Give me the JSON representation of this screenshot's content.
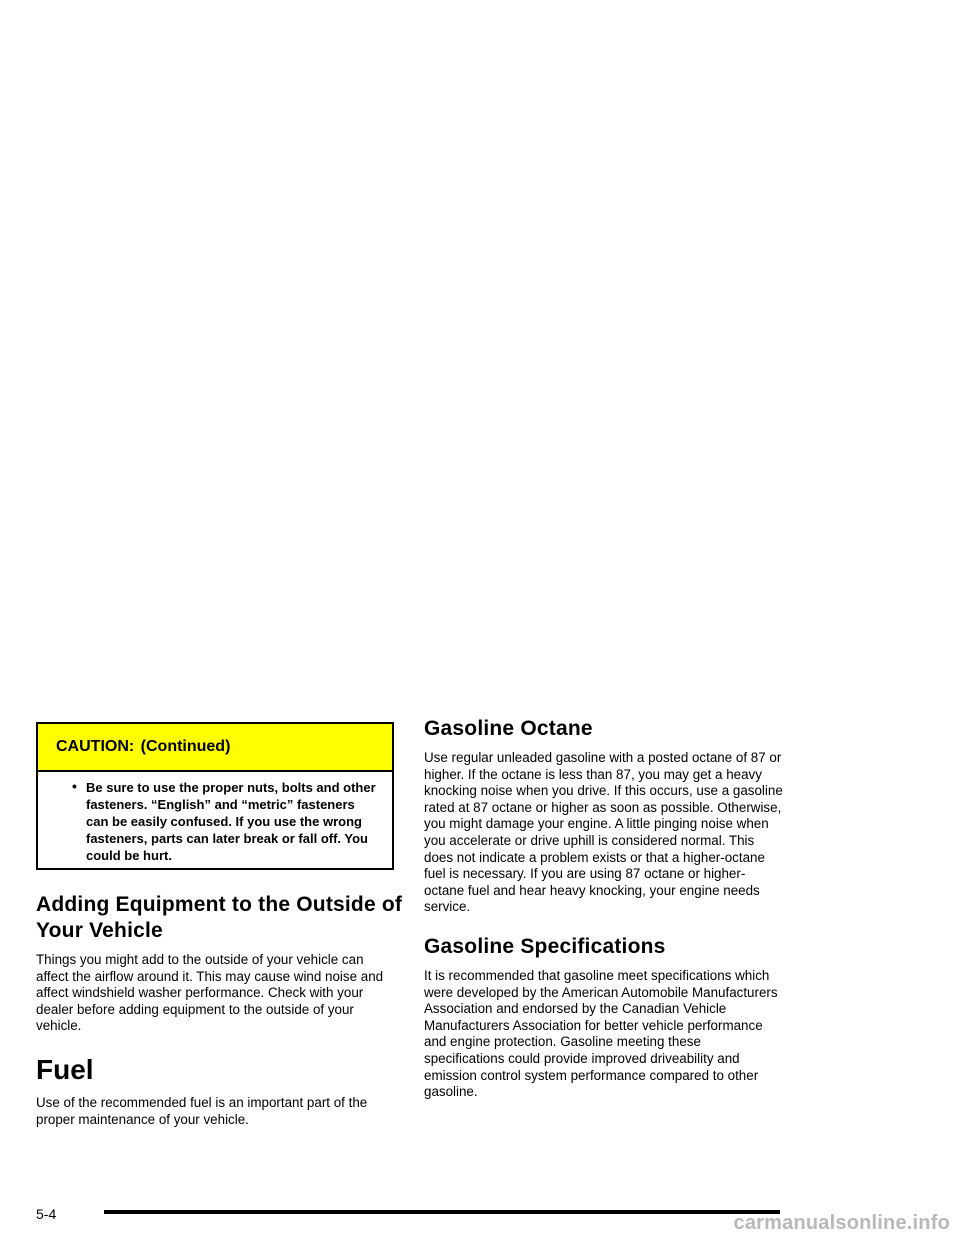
{
  "caution": {
    "heading": "CAUTION:   (Continued)",
    "bullet": "•",
    "text": "Be sure to use the proper nuts, bolts and other fasteners. “English” and “metric” fasteners can be easily confused. If you use the wrong fasteners, parts can later break or fall off. You could be hurt."
  },
  "left": {
    "adding_heading": "Adding Equipment to the Outside of Your Vehicle",
    "adding_text": "Things you might add to the outside of your vehicle can affect the airflow around it. This may cause wind noise and affect windshield washer performance. Check with your dealer before adding equipment to the outside of your vehicle.",
    "fuel_heading": "Fuel",
    "fuel_text": "Use of the recommended fuel is an important part of the proper maintenance of your vehicle."
  },
  "right": {
    "octane_heading": "Gasoline Octane",
    "octane_text": "Use regular unleaded gasoline with a posted octane of 87 or higher. If the octane is less than 87, you may get a heavy knocking noise when you drive. If this occurs, use a gasoline rated at 87 octane or higher as soon as possible. Otherwise, you might damage your engine. A little pinging noise when you accelerate or drive uphill is considered normal. This does not indicate a problem exists or that a higher-octane fuel is necessary. If you are using 87 octane or higher-octane fuel and hear heavy knocking, your engine needs service.",
    "specs_heading": "Gasoline Specifications",
    "specs_text": "It is recommended that gasoline meet specifications which were developed by the American Automobile Manufacturers Association and endorsed by the Canadian Vehicle Manufacturers Association for better vehicle performance and engine protection. Gasoline meeting these specifications could provide improved driveability and emission control system performance compared to other gasoline."
  },
  "footer": {
    "page_number": "5-4",
    "watermark": "carmanualsonline.info"
  },
  "colors": {
    "caution_header": "#ffff00",
    "watermark": "#b8b8b8"
  }
}
